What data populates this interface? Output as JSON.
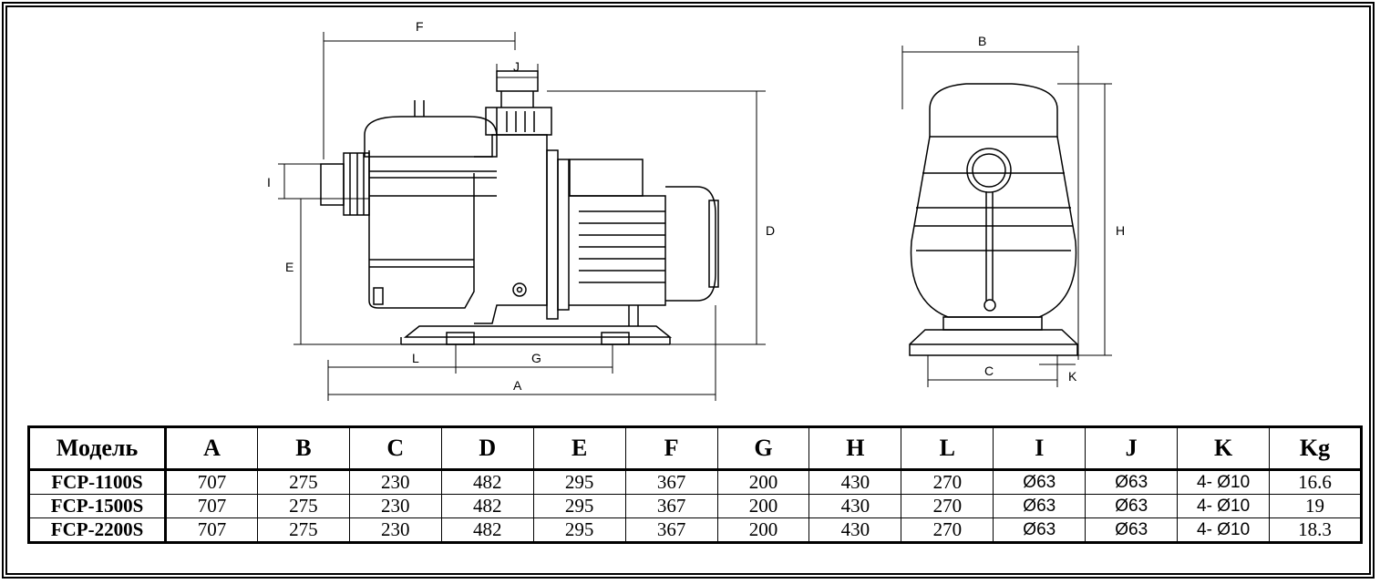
{
  "diagram": {
    "side_view_labels": {
      "F": "F",
      "J": "J",
      "I": "I",
      "E": "E",
      "D": "D",
      "L": "L",
      "G": "G",
      "A": "A"
    },
    "front_view_labels": {
      "B": "B",
      "H": "H",
      "C": "C",
      "K": "K"
    }
  },
  "table": {
    "headers": [
      "Модель",
      "A",
      "B",
      "C",
      "D",
      "E",
      "F",
      "G",
      "H",
      "L",
      "I",
      "J",
      "K",
      "Kg"
    ],
    "rows": [
      [
        "FCP-1100S",
        "707",
        "275",
        "230",
        "482",
        "295",
        "367",
        "200",
        "430",
        "270",
        "Ø63",
        "Ø63",
        "4- Ø10",
        "16.6"
      ],
      [
        "FCP-1500S",
        "707",
        "275",
        "230",
        "482",
        "295",
        "367",
        "200",
        "430",
        "270",
        "Ø63",
        "Ø63",
        "4- Ø10",
        "19"
      ],
      [
        "FCP-2200S",
        "707",
        "275",
        "230",
        "482",
        "295",
        "367",
        "200",
        "430",
        "270",
        "Ø63",
        "Ø63",
        "4- Ø10",
        "18.3"
      ]
    ]
  }
}
